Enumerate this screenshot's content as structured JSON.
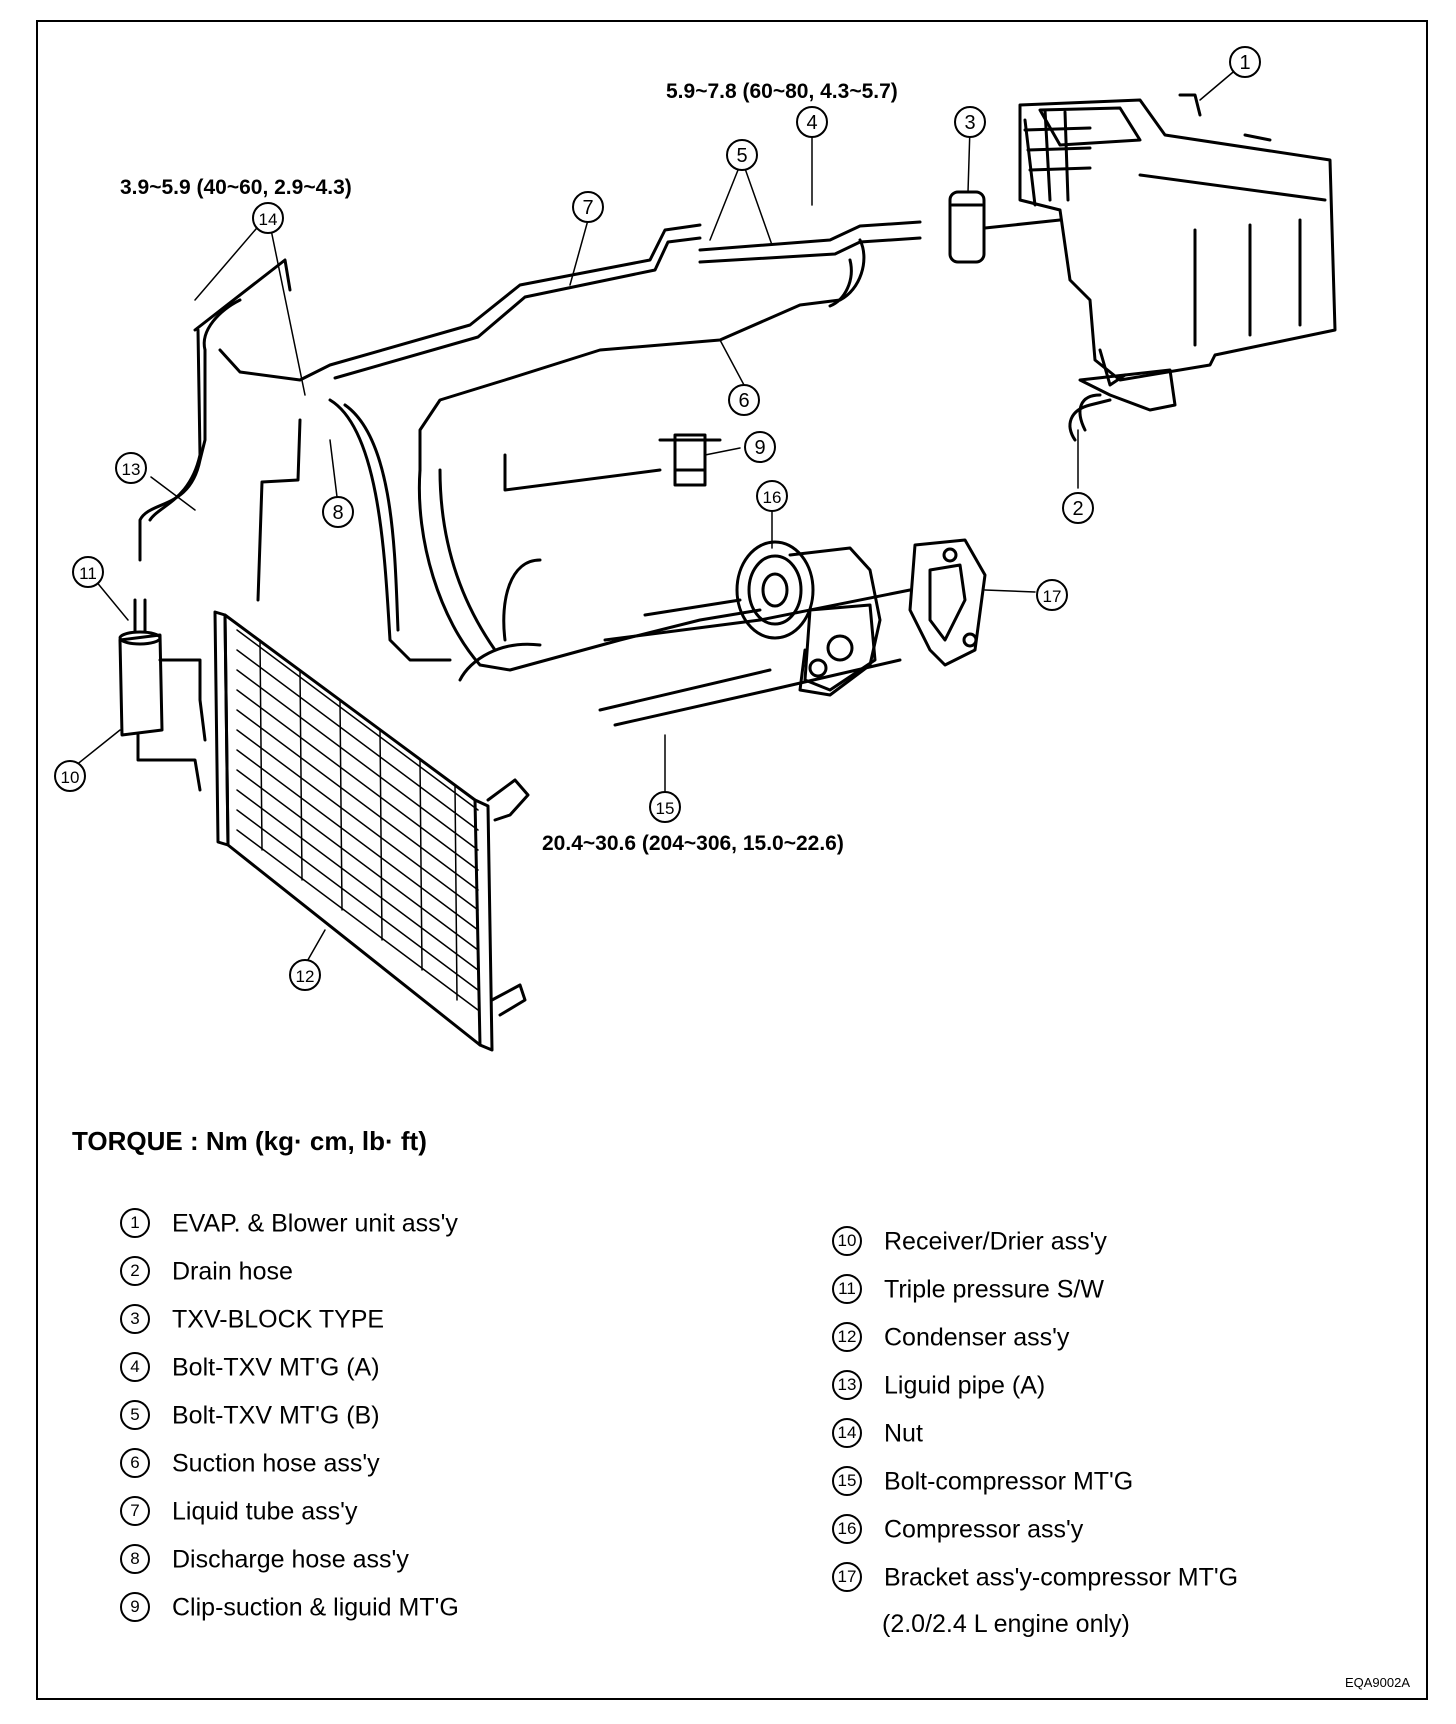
{
  "torque_specs": {
    "txv_bolt": "5.9~7.8 (60~80, 4.3~5.7)",
    "nut": "3.9~5.9 (40~60, 2.9~4.3)",
    "compressor_bolt": "20.4~30.6 (204~306, 15.0~22.6)"
  },
  "torque_heading": "TORQUE : Nm (kg· cm, lb· ft)",
  "callout_numbers": [
    "1",
    "2",
    "3",
    "4",
    "5",
    "6",
    "7",
    "8",
    "9",
    "10",
    "11",
    "12",
    "13",
    "14",
    "15",
    "16",
    "17"
  ],
  "legend": {
    "left": [
      {
        "num": "1",
        "text": "EVAP. & Blower unit ass'y"
      },
      {
        "num": "2",
        "text": "Drain hose"
      },
      {
        "num": "3",
        "text": "TXV-BLOCK TYPE"
      },
      {
        "num": "4",
        "text": "Bolt-TXV MT'G (A)"
      },
      {
        "num": "5",
        "text": "Bolt-TXV MT'G (B)"
      },
      {
        "num": "6",
        "text": "Suction hose ass'y"
      },
      {
        "num": "7",
        "text": "Liquid tube ass'y"
      },
      {
        "num": "8",
        "text": "Discharge hose ass'y"
      },
      {
        "num": "9",
        "text": "Clip-suction & liguid MT'G"
      }
    ],
    "right": [
      {
        "num": "10",
        "text": "Receiver/Drier ass'y"
      },
      {
        "num": "11",
        "text": "Triple pressure S/W"
      },
      {
        "num": "12",
        "text": "Condenser ass'y"
      },
      {
        "num": "13",
        "text": "Liguid pipe (A)"
      },
      {
        "num": "14",
        "text": "Nut"
      },
      {
        "num": "15",
        "text": "Bolt-compressor MT'G"
      },
      {
        "num": "16",
        "text": "Compressor ass'y"
      },
      {
        "num": "17",
        "text": "Bracket ass'y-compressor MT'G"
      }
    ],
    "right_note": "(2.0/2.4 L engine only)"
  },
  "drawing_code": "EQA9002A"
}
